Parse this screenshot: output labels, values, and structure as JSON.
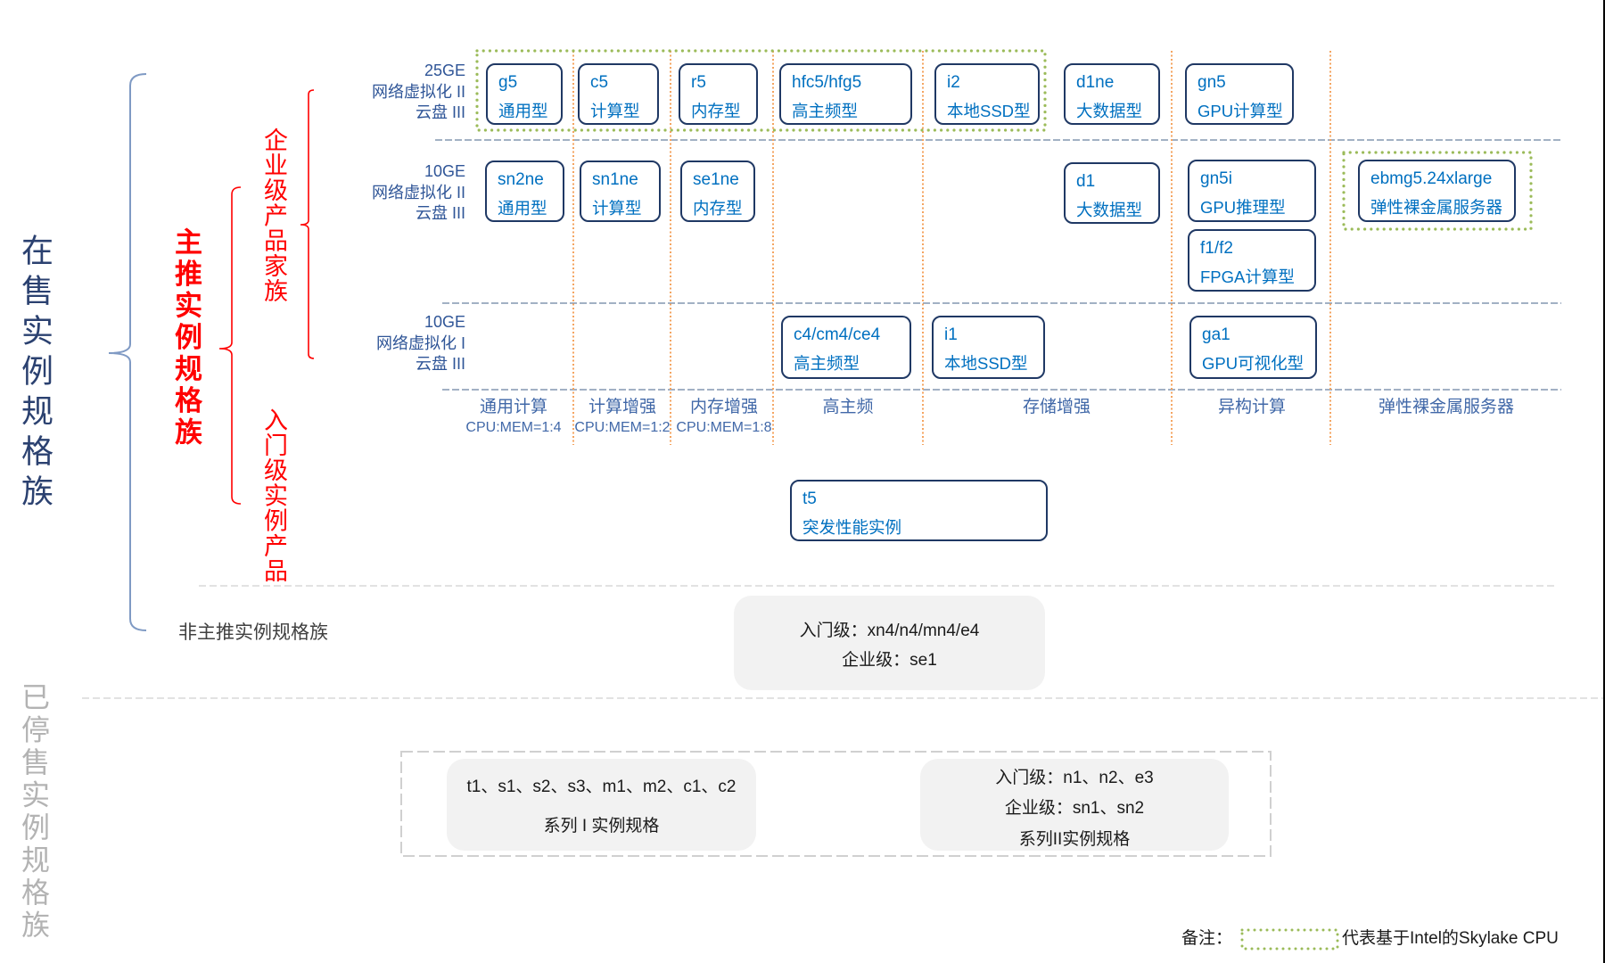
{
  "labels": {
    "on_sale": "在售实例规格族",
    "discontinued": "已停售实例规格族",
    "recommended": "主推实例规格族",
    "enterprise_family": "企业级产品家族",
    "entry_level": "入门级实例产品",
    "non_recommended": "非主推实例规格族"
  },
  "rows": [
    {
      "bandwidth": "25GE",
      "network": "网络虚拟化 II",
      "disk": "云盘 III"
    },
    {
      "bandwidth": "10GE",
      "network": "网络虚拟化 II",
      "disk": "云盘 III"
    },
    {
      "bandwidth": "10GE",
      "network": "网络虚拟化 I",
      "disk": "云盘 III"
    }
  ],
  "columns": [
    {
      "name": "通用计算",
      "ratio": "CPU:MEM=1:4"
    },
    {
      "name": "计算增强",
      "ratio": "CPU:MEM=1:2"
    },
    {
      "name": "内存增强",
      "ratio": "CPU:MEM=1:8"
    },
    {
      "name": "高主频",
      "ratio": ""
    },
    {
      "name": "存储增强",
      "ratio": ""
    },
    {
      "name": "异构计算",
      "ratio": ""
    },
    {
      "name": "弹性裸金属服务器",
      "ratio": ""
    }
  ],
  "instances": [
    {
      "name": "g5",
      "type": "通用型",
      "row": 1,
      "column": "通用计算",
      "skylake": true
    },
    {
      "name": "c5",
      "type": "计算型",
      "row": 1,
      "column": "计算增强",
      "skylake": true
    },
    {
      "name": "r5",
      "type": "内存型",
      "row": 1,
      "column": "内存增强",
      "skylake": true
    },
    {
      "name": "hfc5/hfg5",
      "type": "高主频型",
      "row": 1,
      "column": "高主频",
      "skylake": true
    },
    {
      "name": "i2",
      "type": "本地SSD型",
      "row": 1,
      "column": "存储增强",
      "skylake": true
    },
    {
      "name": "d1ne",
      "type": "大数据型",
      "row": 1,
      "column": "存储增强",
      "skylake": false
    },
    {
      "name": "gn5",
      "type": "GPU计算型",
      "row": 1,
      "column": "异构计算",
      "skylake": false
    },
    {
      "name": "sn2ne",
      "type": "通用型",
      "row": 2,
      "column": "通用计算",
      "skylake": false
    },
    {
      "name": "sn1ne",
      "type": "计算型",
      "row": 2,
      "column": "计算增强",
      "skylake": false
    },
    {
      "name": "se1ne",
      "type": "内存型",
      "row": 2,
      "column": "内存增强",
      "skylake": false
    },
    {
      "name": "d1",
      "type": "大数据型",
      "row": 2,
      "column": "存储增强",
      "skylake": false
    },
    {
      "name": "gn5i",
      "type": "GPU推理型",
      "row": 2,
      "column": "异构计算",
      "skylake": false
    },
    {
      "name": "f1/f2",
      "type": "FPGA计算型",
      "row": 2,
      "column": "异构计算",
      "skylake": false
    },
    {
      "name": "ebmg5.24xlarge",
      "type": "弹性裸金属服务器",
      "row": 2,
      "column": "弹性裸金属服务器",
      "skylake": true
    },
    {
      "name": "c4/cm4/ce4",
      "type": "高主频型",
      "row": 3,
      "column": "高主频",
      "skylake": false
    },
    {
      "name": "i1",
      "type": "本地SSD型",
      "row": 3,
      "column": "存储增强",
      "skylake": false
    },
    {
      "name": "ga1",
      "type": "GPU可视化型",
      "row": 3,
      "column": "异构计算",
      "skylake": false
    },
    {
      "name": "t5",
      "type": "突发性能实例",
      "tier": "入门级",
      "skylake": false
    }
  ],
  "non_recommended": {
    "entry": "入门级：xn4/n4/mn4/e4",
    "enterprise": "企业级：se1"
  },
  "discontinued_series": {
    "series1": {
      "items": "t1、s1、s2、s3、m1、m2、c1、c2",
      "label": "系列 I 实例规格"
    },
    "series2": {
      "entry": "入门级：n1、n2、e3",
      "enterprise": "企业级：sn1、sn2",
      "label": "系列II实例规格"
    }
  },
  "legend": {
    "prefix": "备注：",
    "description": "代表基于Intel的Skylake CPU"
  },
  "colors": {
    "instance_text": "#0070c0",
    "box_border": "#1f3864",
    "recommended_red": "#ff0000",
    "skylake_marker": "#9bbb59",
    "column_divider": "#f4a460",
    "row_divider": "#8497b0"
  }
}
